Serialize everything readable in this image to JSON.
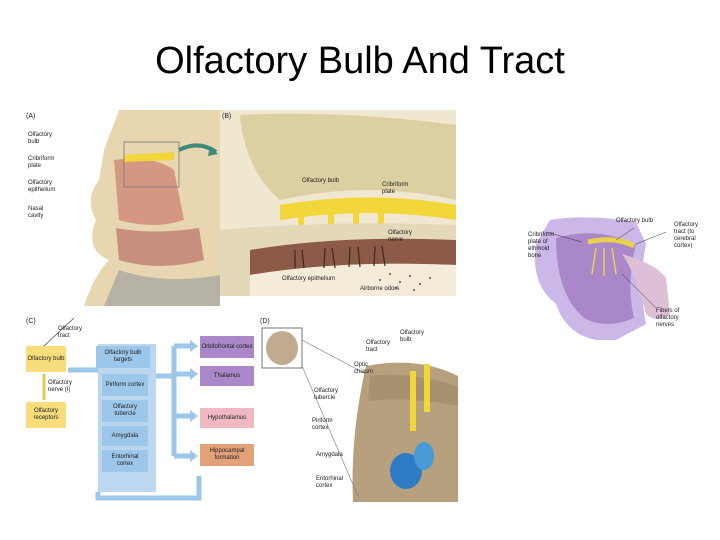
{
  "slide": {
    "title": "Olfactory Bulb And Tract"
  },
  "panel_a": {
    "letter": "(A)",
    "labels": [
      "Olfactory bulb",
      "Cribriform plate",
      "Olfactory epithelium",
      "Nasal cavity"
    ]
  },
  "panel_b": {
    "letter": "(B)",
    "labels": {
      "bulb": "Olfactory bulb",
      "cribriform": "Cribriform plate",
      "nerve": "Olfactory nerve",
      "epithelium": "Olfactory epithelium",
      "odors": "Airborne odors"
    }
  },
  "panel_c": {
    "letter": "(C)",
    "tract_label": "Olfactory tract",
    "bulb": "Olfactory bulb",
    "nerve": "Olfactory nerve (I)",
    "receptors": "Olfactory receptors",
    "targets_title": "Olfactory bulb targets",
    "targets": [
      "Piriform cortex",
      "Olfactory tubercle",
      "Amygdala",
      "Entorhinal cortex"
    ],
    "outputs": [
      "Orbitofrontal cortex",
      "Thalamus",
      "Hypothalamus",
      "Hippocampal formation"
    ]
  },
  "panel_d": {
    "letter": "(D)",
    "labels": {
      "bulb": "Olfactory bulb",
      "tract": "Olfactory tract",
      "chiasm": "Optic chiasm",
      "tubercle": "Olfactory tubercle",
      "piriform": "Piriform cortex",
      "amygdala": "Amygdala",
      "entorhinal": "Entorhinal cortex"
    }
  },
  "side": {
    "labels": {
      "bulb": "Olfactory bulb",
      "cribriform": "Cribriform plate of ethmoid bone",
      "tract": "Olfactory tract (to cerebral cortex)",
      "fibers": "Fibers of olfactory nerves"
    }
  },
  "colors": {
    "bone": "#e8ddb8",
    "tissue": "#c98f7d",
    "yellow": "#f2d63a",
    "blue_box": "#9cc6ea",
    "purple": "#a987c8",
    "pink_box": "#f0b8c0",
    "brain": "#b6a07e"
  }
}
